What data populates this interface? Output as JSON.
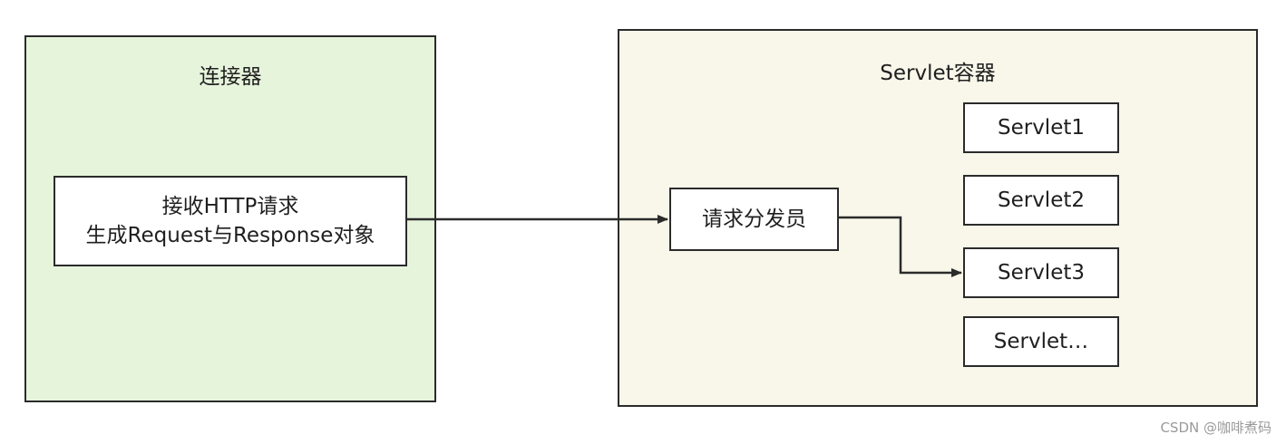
{
  "connector": {
    "title": "连接器",
    "receive_line1": "接收HTTP请求",
    "receive_line2": "生成Request与Response对象"
  },
  "servlet_container": {
    "title": "Servlet容器",
    "dispatcher": "请求分发员",
    "servlets": [
      "Servlet1",
      "Servlet2",
      "Servlet3",
      "Servlet…"
    ]
  },
  "watermark": "CSDN @咖啡煮码",
  "colors": {
    "connector_bg": "#e7f4dc",
    "container_bg": "#f8f7ea",
    "stroke": "#2b2b2b"
  }
}
